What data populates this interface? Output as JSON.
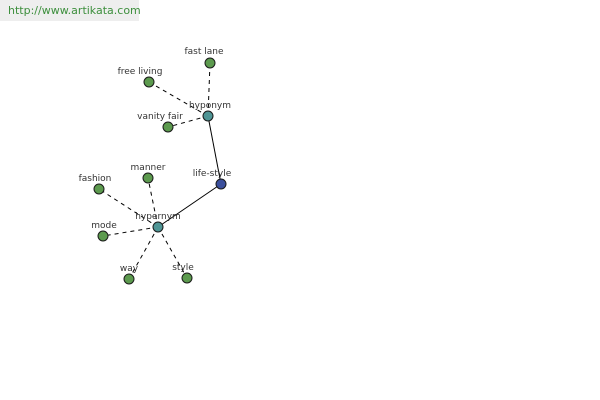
{
  "header": {
    "url": "http://www.artikata.com"
  },
  "colors": {
    "leaf": "#5c9a4e",
    "relation": "#4f9595",
    "center": "#3b4f9c"
  },
  "graph": {
    "nodes": [
      {
        "id": "life-style",
        "label": "life-style",
        "kind": "center"
      },
      {
        "id": "hyponym",
        "label": "hyponym",
        "kind": "relation"
      },
      {
        "id": "hypernym",
        "label": "hypernym",
        "kind": "relation"
      },
      {
        "id": "fast-lane",
        "label": "fast lane",
        "kind": "leaf"
      },
      {
        "id": "free-living",
        "label": "free living",
        "kind": "leaf"
      },
      {
        "id": "vanity-fair",
        "label": "vanity fair",
        "kind": "leaf"
      },
      {
        "id": "manner",
        "label": "manner",
        "kind": "leaf"
      },
      {
        "id": "fashion",
        "label": "fashion",
        "kind": "leaf"
      },
      {
        "id": "mode",
        "label": "mode",
        "kind": "leaf"
      },
      {
        "id": "way",
        "label": "way",
        "kind": "leaf"
      },
      {
        "id": "style",
        "label": "style",
        "kind": "leaf"
      }
    ],
    "edges": [
      {
        "from": "life-style",
        "to": "hyponym",
        "style": "solid"
      },
      {
        "from": "life-style",
        "to": "hypernym",
        "style": "solid"
      },
      {
        "from": "hyponym",
        "to": "fast-lane",
        "style": "dashed"
      },
      {
        "from": "hyponym",
        "to": "free-living",
        "style": "dashed"
      },
      {
        "from": "hyponym",
        "to": "vanity-fair",
        "style": "dashed"
      },
      {
        "from": "hypernym",
        "to": "manner",
        "style": "dashed"
      },
      {
        "from": "hypernym",
        "to": "fashion",
        "style": "dashed"
      },
      {
        "from": "hypernym",
        "to": "mode",
        "style": "dashed"
      },
      {
        "from": "hypernym",
        "to": "way",
        "style": "dashed"
      },
      {
        "from": "hypernym",
        "to": "style",
        "style": "dashed"
      }
    ]
  }
}
